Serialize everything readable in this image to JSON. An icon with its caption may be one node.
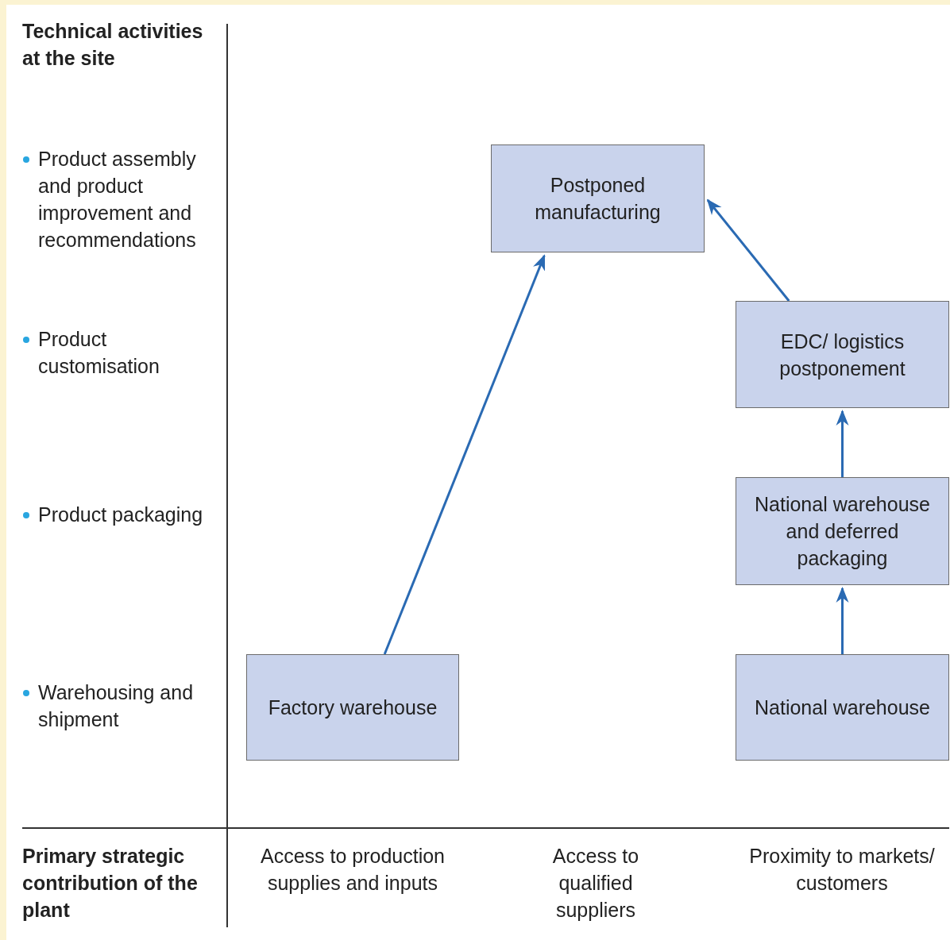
{
  "diagram": {
    "nodes": [
      {
        "text": [
          "Postponed manufacturing"
        ]
      },
      {
        "text": [
          "EDC/ logistics postponement"
        ]
      },
      {
        "text": [
          "National warehouse and deferred packaging"
        ]
      },
      {
        "text": [
          "Factory warehouse"
        ]
      },
      {
        "text": [
          "National warehouse"
        ]
      }
    ],
    "edges": [
      {
        "from": 3,
        "to": 0,
        "arrow": "to"
      },
      {
        "from": 1,
        "to": 0,
        "arrow": "to"
      },
      {
        "from": 2,
        "to": 1,
        "arrow": "to"
      },
      {
        "from": 4,
        "to": 2,
        "arrow": "to"
      }
    ],
    "labels": [
      "Technical activities at the site",
      "Product assembly and product improvement and recommendations",
      "Product customisation",
      "Product packaging",
      "Warehousing and shipment",
      "Primary strategic contribution of the plant",
      "Access to production supplies and inputs",
      "Access to qualified suppliers",
      "Proximity to markets/ customers"
    ]
  }
}
